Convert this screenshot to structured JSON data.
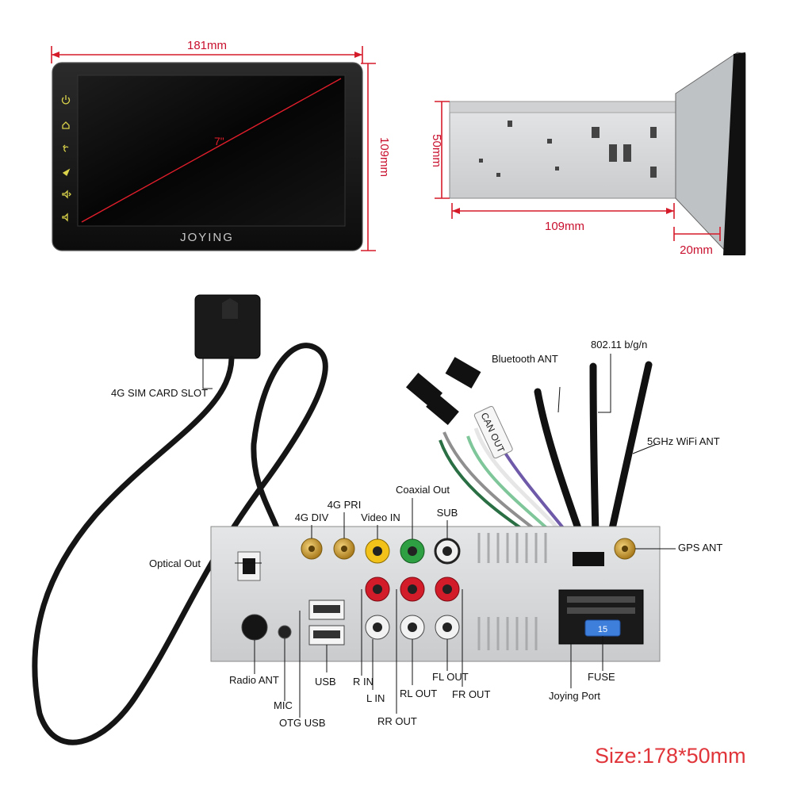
{
  "colors": {
    "dimension_red": "#d51b2a",
    "panel_gray": "#d9dbdc",
    "cable_black": "#151515",
    "rca_red": "#d21c2a",
    "rca_yellow": "#f2c21a",
    "rca_green": "#2ea043",
    "gold": "#c99a2e",
    "fuse_blue": "#3f7fdc"
  },
  "front_view": {
    "brand": "JOYING",
    "diagonal": "7\"",
    "side_icons": [
      "power-icon",
      "home-icon",
      "back-icon",
      "navigation-icon",
      "volume-up-icon",
      "volume-down-icon"
    ],
    "dims": {
      "width": "181mm",
      "height": "109mm"
    }
  },
  "side_view": {
    "dims": {
      "height": "50mm",
      "depth": "109mm",
      "panel": "20mm"
    }
  },
  "labels": {
    "sim_slot": "4G SIM CARD SLOT",
    "bluetooth": "Bluetooth ANT",
    "wifi_bgn": "802.11 b/g/n",
    "wifi_5g": "5GHz WiFi ANT",
    "coaxial_out": "Coaxial Out",
    "div_4g": "4G DIV",
    "pri_4g": "4G PRI",
    "video_in": "Video IN",
    "sub": "SUB",
    "gps": "GPS ANT",
    "optical_out": "Optical Out",
    "radio_ant": "Radio ANT",
    "mic": "MIC",
    "otg_usb": "OTG USB",
    "usb": "USB",
    "r_in": "R IN",
    "l_in": "L IN",
    "rl_out": "RL OUT",
    "rr_out": "RR OUT",
    "fl_out": "FL OUT",
    "fr_out": "FR OUT",
    "fuse": "FUSE",
    "joying_port": "Joying Port"
  },
  "fuse_value": "15",
  "can_label": "CAN OUT",
  "size_note": "Size:178*50mm"
}
